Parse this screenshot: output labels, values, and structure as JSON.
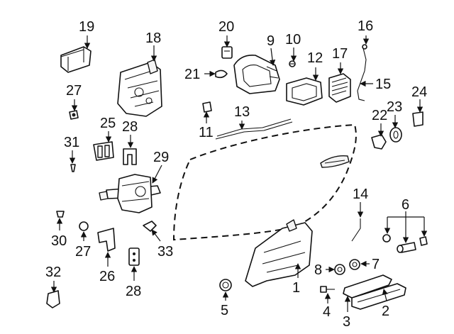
{
  "diagram": {
    "callouts": [
      {
        "id": "c1",
        "label": "1"
      },
      {
        "id": "c2",
        "label": "2"
      },
      {
        "id": "c3",
        "label": "3"
      },
      {
        "id": "c4",
        "label": "4"
      },
      {
        "id": "c5",
        "label": "5"
      },
      {
        "id": "c6",
        "label": "6"
      },
      {
        "id": "c7",
        "label": "7"
      },
      {
        "id": "c8",
        "label": "8"
      },
      {
        "id": "c9",
        "label": "9"
      },
      {
        "id": "c10",
        "label": "10"
      },
      {
        "id": "c11",
        "label": "11"
      },
      {
        "id": "c12",
        "label": "12"
      },
      {
        "id": "c13",
        "label": "13"
      },
      {
        "id": "c14",
        "label": "14"
      },
      {
        "id": "c15",
        "label": "15"
      },
      {
        "id": "c16",
        "label": "16"
      },
      {
        "id": "c17",
        "label": "17"
      },
      {
        "id": "c18",
        "label": "18"
      },
      {
        "id": "c19",
        "label": "19"
      },
      {
        "id": "c20",
        "label": "20"
      },
      {
        "id": "c21",
        "label": "21"
      },
      {
        "id": "c22",
        "label": "22"
      },
      {
        "id": "c23",
        "label": "23"
      },
      {
        "id": "c24",
        "label": "24"
      },
      {
        "id": "c25",
        "label": "25"
      },
      {
        "id": "c27a",
        "label": "27"
      },
      {
        "id": "c28a",
        "label": "28"
      },
      {
        "id": "c29",
        "label": "29"
      },
      {
        "id": "c31",
        "label": "31"
      },
      {
        "id": "c30",
        "label": "30"
      },
      {
        "id": "c27b",
        "label": "27"
      },
      {
        "id": "c26",
        "label": "26"
      },
      {
        "id": "c33",
        "label": "33"
      },
      {
        "id": "c28b",
        "label": "28"
      },
      {
        "id": "c32",
        "label": "32"
      }
    ]
  }
}
